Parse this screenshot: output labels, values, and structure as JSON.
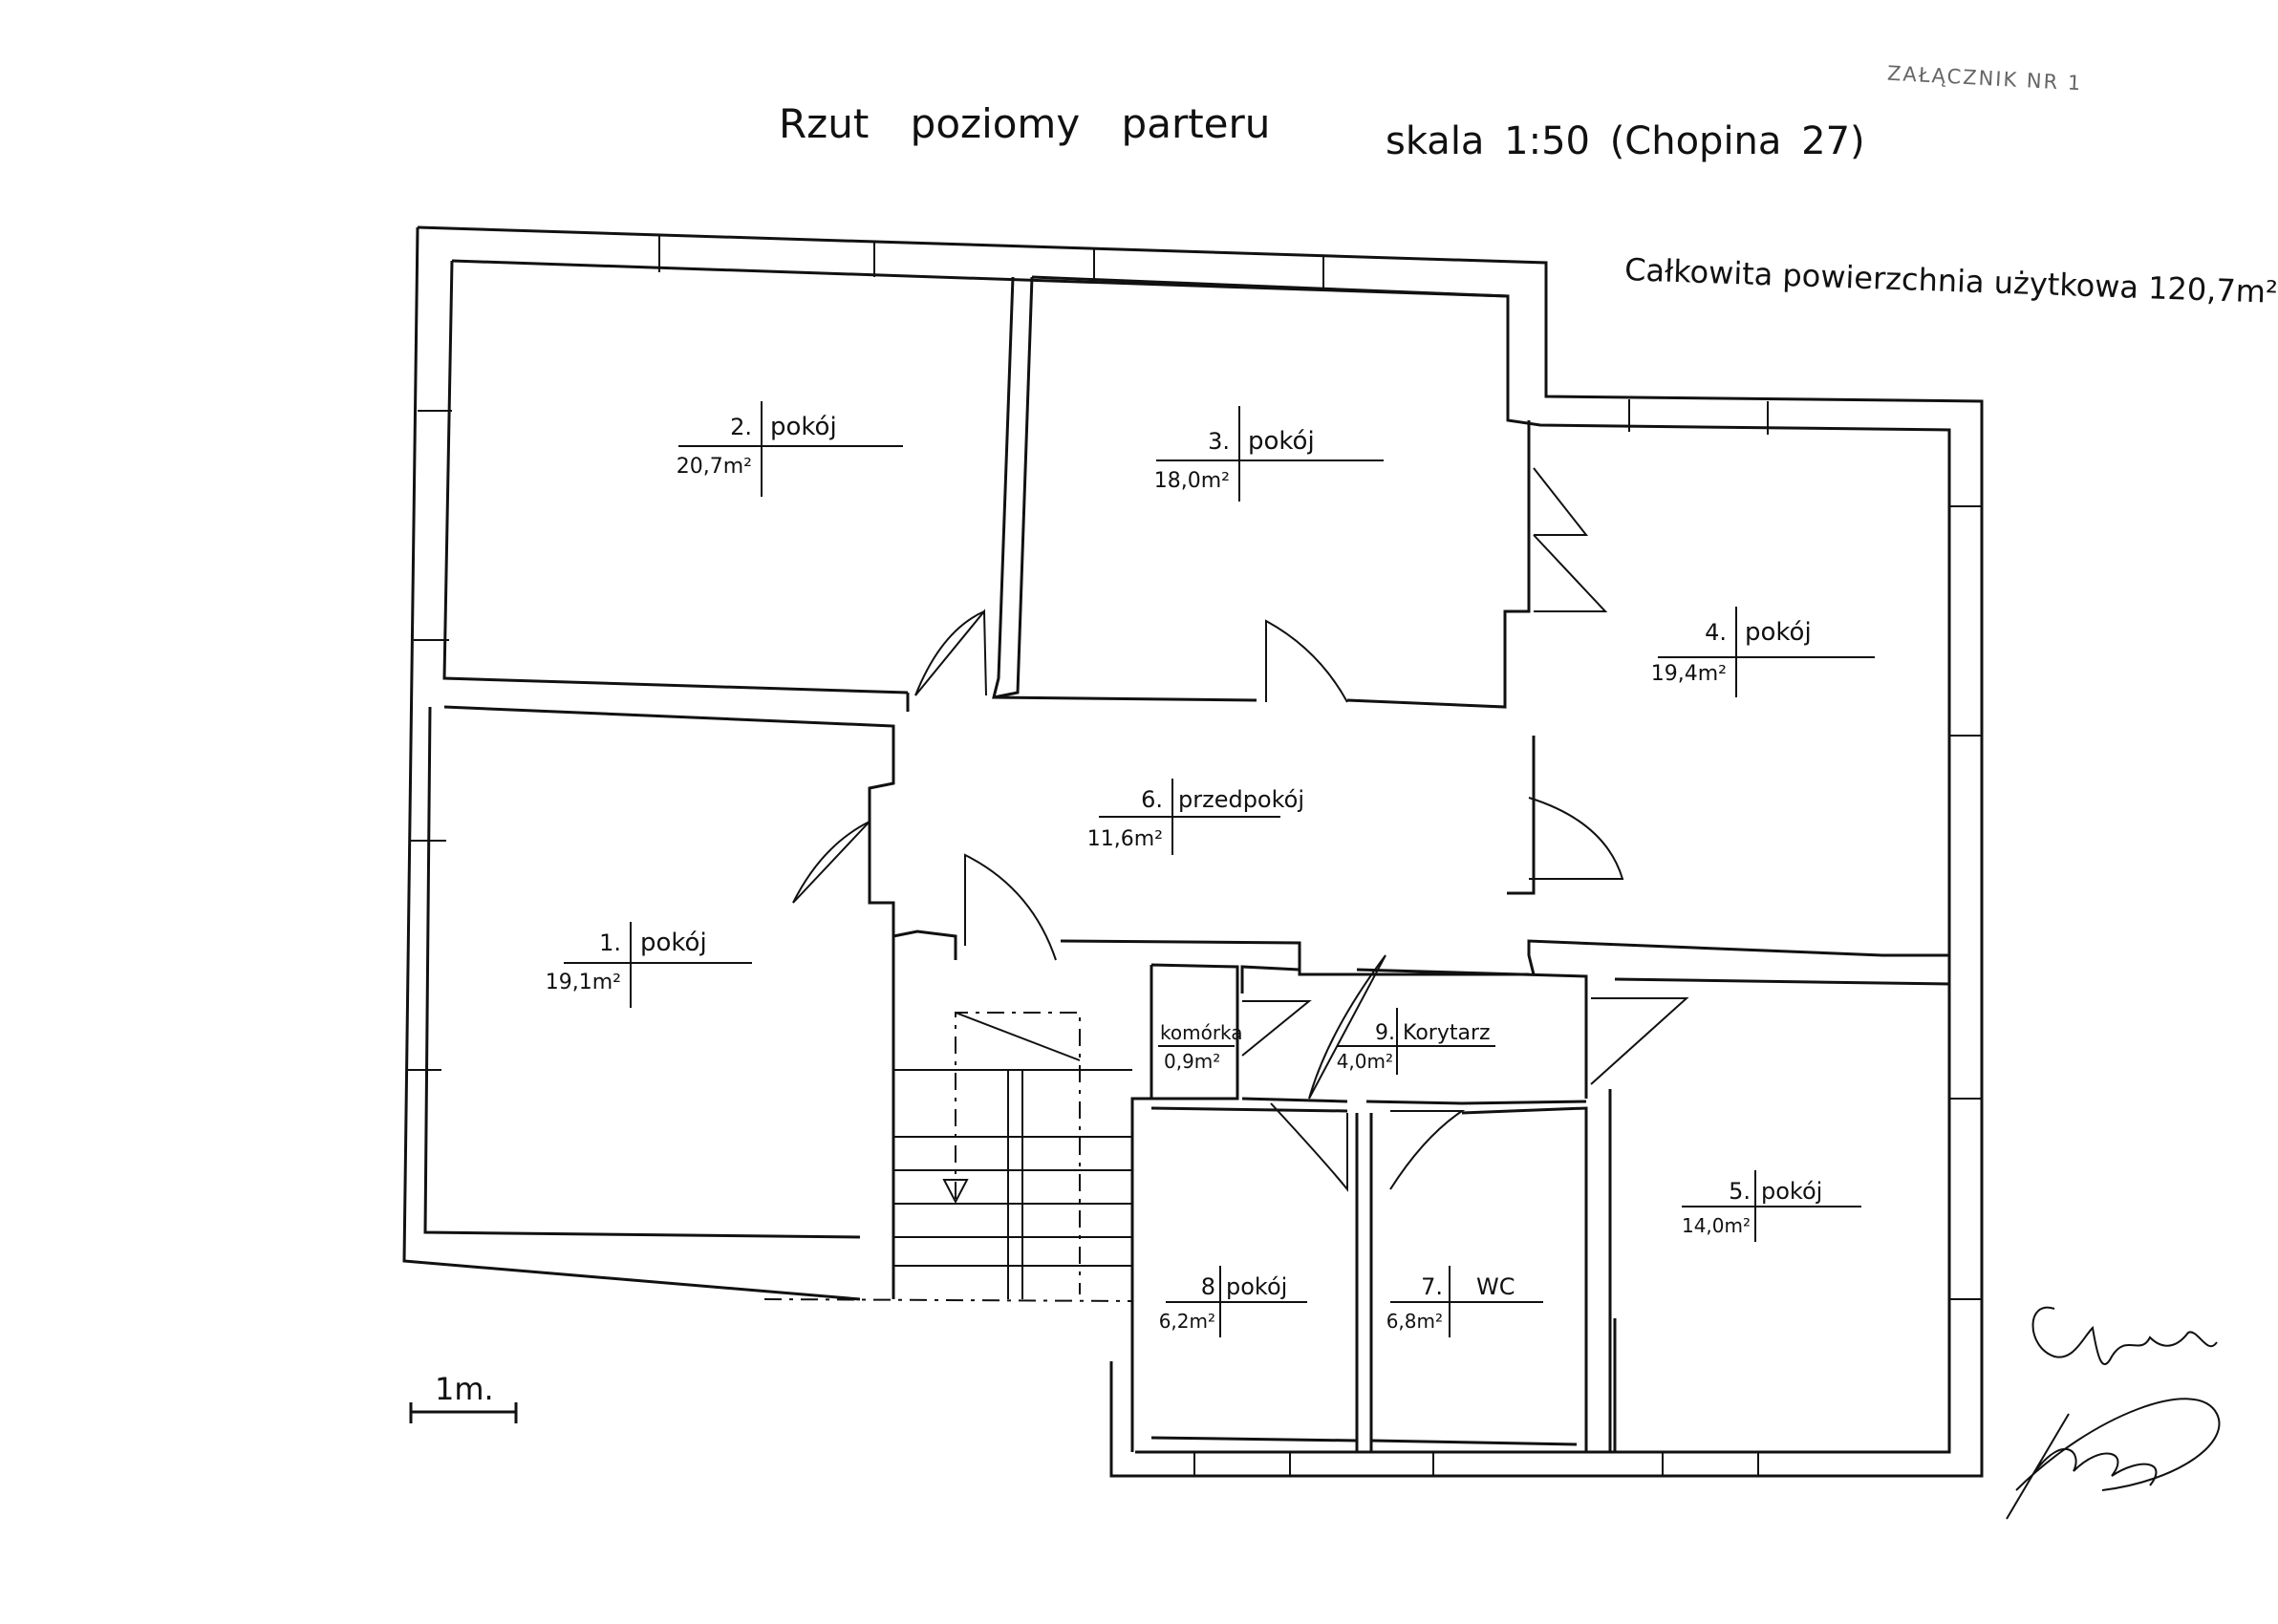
{
  "header": {
    "annex": "ZAŁĄCZNIK NR 1",
    "title": "Rzut poziomy parteru",
    "scale": "skala 1:50 (Chopina 27)",
    "total_area": "Całkowita powierzchnia użytkowa 120,7m²"
  },
  "scale_bar": {
    "label": "1m."
  },
  "rooms": [
    {
      "num": "2.",
      "name": "pokój",
      "area": "20,7m²"
    },
    {
      "num": "3.",
      "name": "pokój",
      "area": "18,0m²"
    },
    {
      "num": "4.",
      "name": "pokój",
      "area": "19,4m²"
    },
    {
      "num": "6.",
      "name": "przedpokój",
      "area": "11,6m²"
    },
    {
      "num": "1.",
      "name": "pokój",
      "area": "19,1m²"
    },
    {
      "num": "",
      "name": "komórka",
      "area": "0,9m²"
    },
    {
      "num": "9.",
      "name": "Korytarz",
      "area": "4,0m²"
    },
    {
      "num": "5.",
      "name": "pokój",
      "area": "14,0m²"
    },
    {
      "num": "8",
      "name": "pokój",
      "area": "6,2m²"
    },
    {
      "num": "7.",
      "name": "WC",
      "area": "6,8m²"
    }
  ]
}
